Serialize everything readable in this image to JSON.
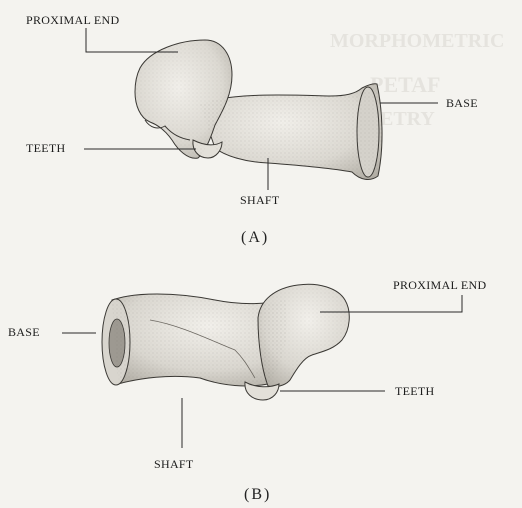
{
  "figure_a": {
    "labels": {
      "proximal_end": "PROXIMAL END",
      "base": "BASE",
      "teeth": "TEETH",
      "shaft": "SHAFT"
    },
    "caption": "(A)"
  },
  "figure_b": {
    "labels": {
      "proximal_end": "PROXIMAL END",
      "base": "BASE",
      "teeth": "TEETH",
      "shaft": "SHAFT"
    },
    "caption": "(B)"
  },
  "bleed_through": {
    "line1": "MORPHOMETRIC",
    "line2": "PETAF",
    "line3": "ETRY"
  },
  "colors": {
    "paper": "#f4f3ef",
    "ink": "#1e1e1e",
    "bone_fill": "#ebe9e3",
    "bone_shade": "#b9b6ae"
  }
}
